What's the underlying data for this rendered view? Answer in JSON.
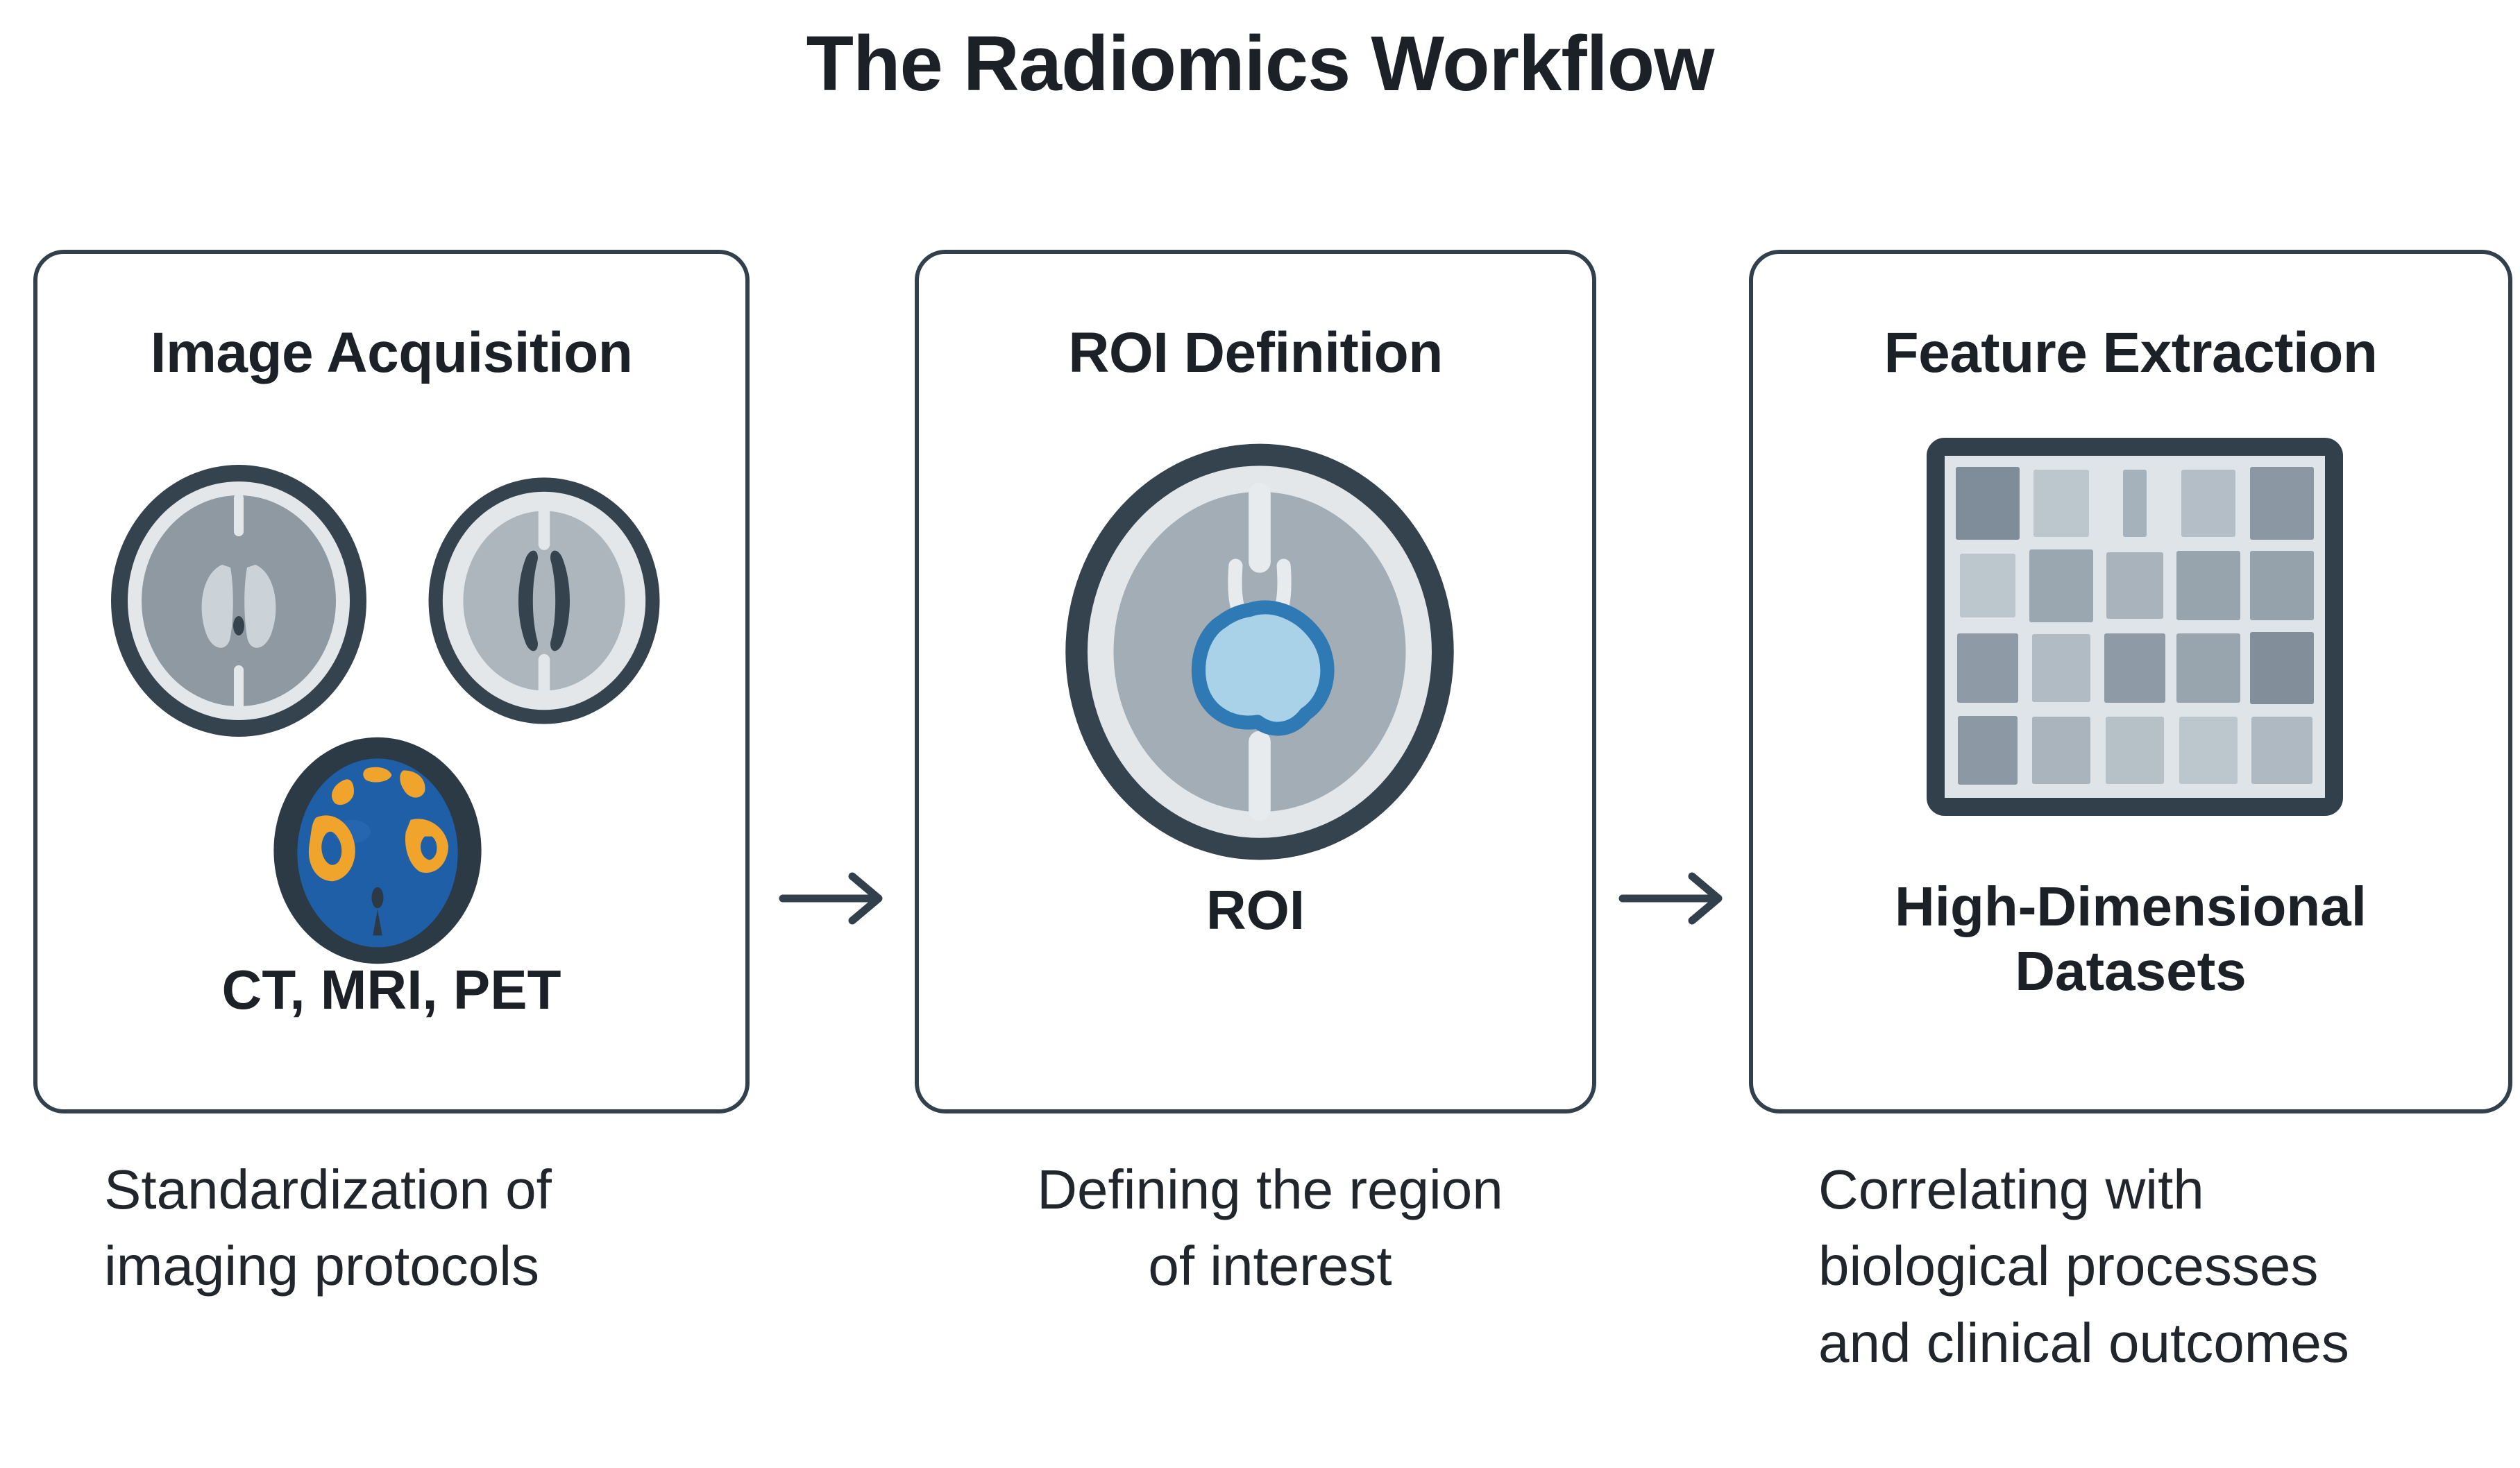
{
  "page": {
    "title": "The Radiomics Workflow",
    "background_color": "#ffffff",
    "ink_color": "#1b2127",
    "outline_color": "#32404c"
  },
  "steps": [
    {
      "id": "image-acquisition",
      "heading": "Image Acquisition",
      "sublabel": "CT, MRI, PET",
      "caption_lines": [
        "Standardization of",
        "imaging protocols"
      ],
      "illustration": "three-brain-scans-ct-mri-pet"
    },
    {
      "id": "roi-definition",
      "heading": "ROI Definition",
      "sublabel": "ROI",
      "caption_lines": [
        "Defining the region",
        "of interest"
      ],
      "illustration": "brain-axial-slice-with-highlighted-roi"
    },
    {
      "id": "feature-extraction",
      "heading": "Feature Extraction",
      "sublabel_lines": [
        "High-Dimensional",
        "Datasets"
      ],
      "caption_lines": [
        "Correlating with",
        "biological processes",
        "and clinical outcomes"
      ],
      "illustration": "feature-matrix-heatmap"
    }
  ],
  "arrows": [
    {
      "id": "arrow-step1-step2",
      "direction": "right",
      "glyph": "→"
    },
    {
      "id": "arrow-step2-step3",
      "direction": "right",
      "glyph": "→"
    }
  ],
  "chart_data": {
    "type": "heatmap",
    "title": "Feature Extraction matrix",
    "rows": 4,
    "cols": 5,
    "xlabel": "",
    "ylabel": "",
    "grid": true,
    "legend": "none",
    "colorscale": [
      "#e4e9ec",
      "#c6ced4",
      "#afb9c1",
      "#95a2ac",
      "#7e8d99"
    ],
    "cells": [
      [
        {
          "shade": "#7e8d99",
          "w": 100,
          "h": 100
        },
        {
          "shade": "#bcc6cd",
          "w": 88,
          "h": 92
        },
        {
          "shade": "#a6b2bb",
          "w": 36,
          "h": 92
        },
        {
          "shade": "#b3bec6",
          "w": 84,
          "h": 92
        },
        {
          "shade": "#8b98a3",
          "w": 100,
          "h": 100
        }
      ],
      [
        {
          "shade": "#bcc6cd",
          "w": 88,
          "h": 88
        },
        {
          "shade": "#9aa7b1",
          "w": 100,
          "h": 100
        },
        {
          "shade": "#a8b3bc",
          "w": 90,
          "h": 92
        },
        {
          "shade": "#97a4ae",
          "w": 100,
          "h": 96
        },
        {
          "shade": "#95a2ac",
          "w": 100,
          "h": 96
        }
      ],
      [
        {
          "shade": "#8e9ba6",
          "w": 96,
          "h": 96
        },
        {
          "shade": "#b0bbc3",
          "w": 92,
          "h": 94
        },
        {
          "shade": "#8e9ba6",
          "w": 96,
          "h": 96
        },
        {
          "shade": "#98a5af",
          "w": 100,
          "h": 96
        },
        {
          "shade": "#828f9b",
          "w": 100,
          "h": 100
        }
      ],
      [
        {
          "shade": "#8c99a4",
          "w": 94,
          "h": 94
        },
        {
          "shade": "#a9b4bd",
          "w": 92,
          "h": 92
        },
        {
          "shade": "#b5c0c7",
          "w": 92,
          "h": 92
        },
        {
          "shade": "#bcc6cd",
          "w": 92,
          "h": 92
        },
        {
          "shade": "#aeb9c1",
          "w": 96,
          "h": 92
        }
      ]
    ]
  },
  "palette": {
    "skull_outline": "#35434e",
    "csf_light": "#e3e7ea",
    "brain_gray": "#9ba5ad",
    "brain_gray_dark": "#7d8890",
    "ventricle_light": "#ccd3d8",
    "roi_fill": "#a9d2e8",
    "roi_stroke": "#2f7ab5",
    "pet_blue": "#1f5fa8",
    "pet_hot": "#f0a42b"
  }
}
